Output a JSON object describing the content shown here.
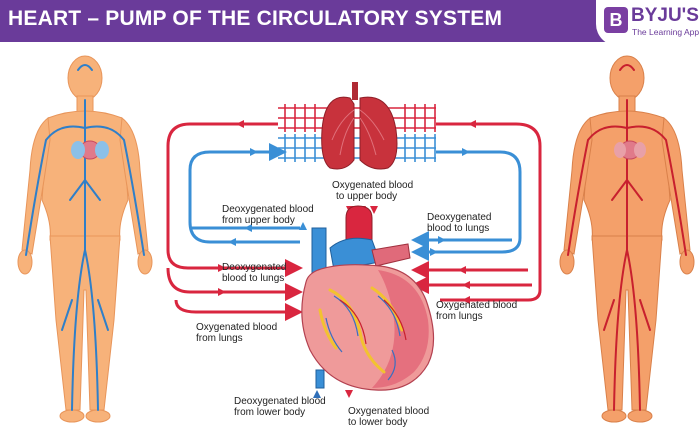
{
  "header": {
    "title": "HEART – PUMP OF THE CIRCULATORY SYSTEM",
    "logo_letter": "B",
    "logo_name": "BYJU'S",
    "logo_tagline": "The Learning App"
  },
  "labels": {
    "oxy_upper": [
      "Oxygenated blood",
      "to upper body"
    ],
    "deoxy_upper": [
      "Deoxygenated blood",
      "from upper body"
    ],
    "deoxy_to_lungs_right": [
      "Deoxygenated",
      "blood to lungs"
    ],
    "deoxy_to_lungs_left": [
      "Deoxygenated",
      "blood to lungs"
    ],
    "oxy_from_lungs_right": [
      "Oxygenated blood",
      "from lungs"
    ],
    "oxy_from_lungs_left": [
      "Oxygenated blood",
      "from lungs"
    ],
    "deoxy_lower": [
      "Deoxygenated blood",
      "from lower body"
    ],
    "oxy_lower": [
      "Oxygenated blood",
      "to lower body"
    ]
  },
  "colors": {
    "banner": "#6a3b9a",
    "oxygenated": "#d9263f",
    "deoxygenated": "#3a8fd6",
    "skin": "#f7b27a",
    "skin_right": "#f4a06a",
    "lungs": "#c8323c"
  }
}
